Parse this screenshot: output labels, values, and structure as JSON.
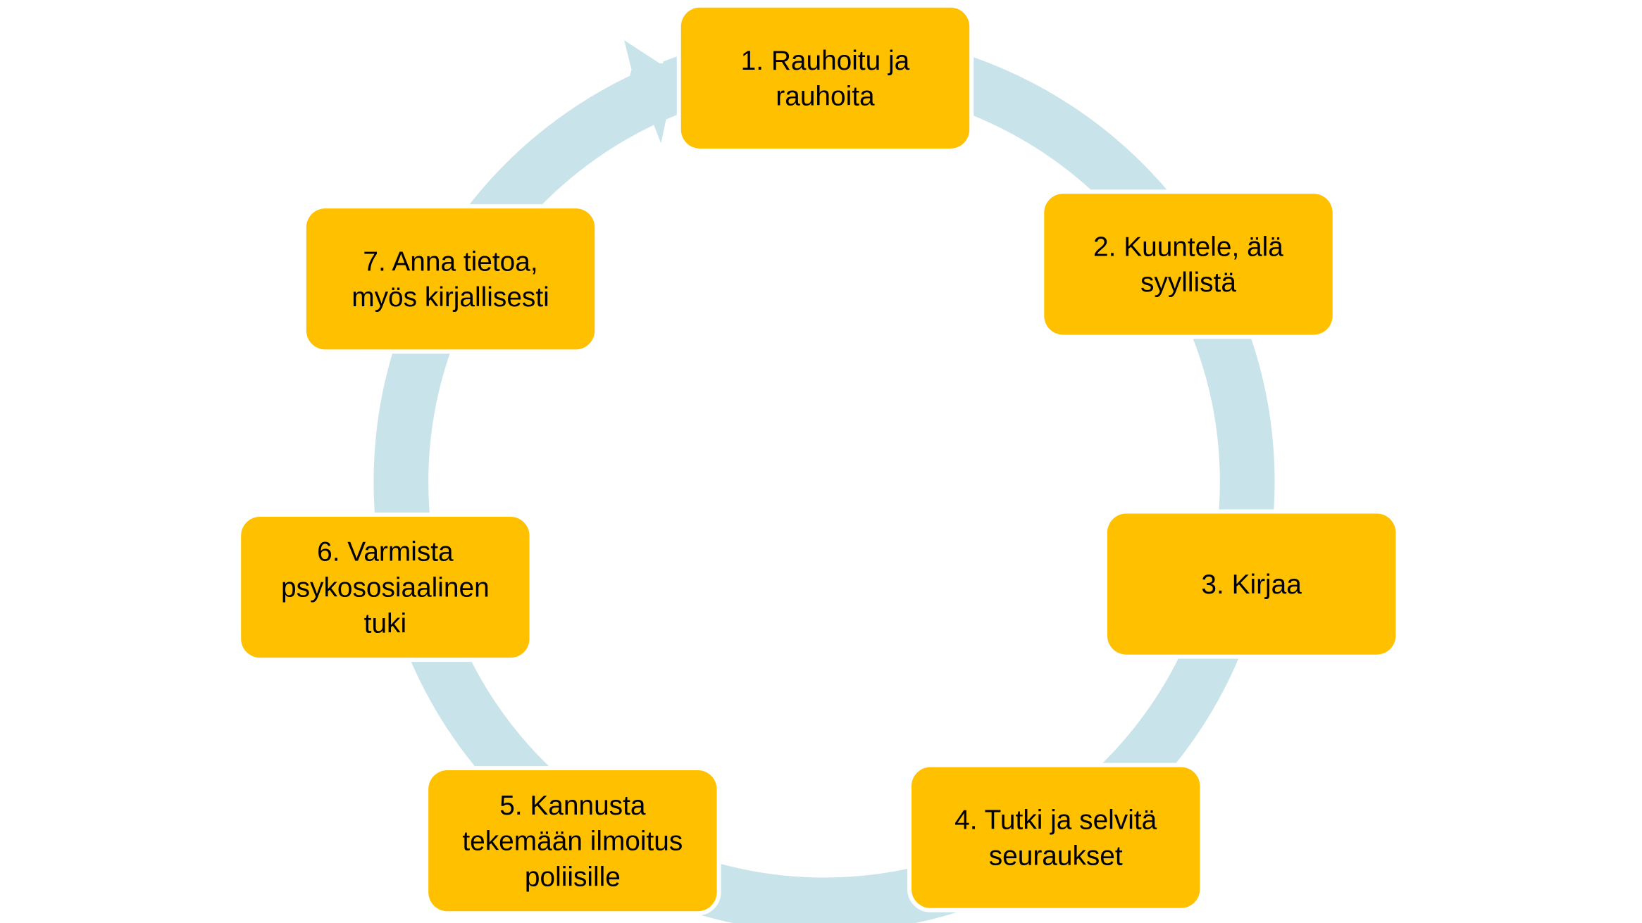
{
  "colors": {
    "box": "#FFC000",
    "arrow": "#C9E3EA",
    "text": "#000000"
  },
  "steps": [
    {
      "lines": [
        "1. Rauhoitu ja",
        "rauhoita"
      ]
    },
    {
      "lines": [
        "2. Kuuntele, älä",
        "syyllistä"
      ]
    },
    {
      "lines": [
        "3. Kirjaa"
      ]
    },
    {
      "lines": [
        "4. Tutki ja selvitä",
        "seuraukset"
      ]
    },
    {
      "lines": [
        "5. Kannusta",
        "tekemään ilmoitus",
        "poliisille"
      ]
    },
    {
      "lines": [
        "6. Varmista",
        "psykososiaalinen",
        "tuki"
      ]
    },
    {
      "lines": [
        "7. Anna tietoa,",
        "myös kirjallisesti"
      ]
    }
  ]
}
